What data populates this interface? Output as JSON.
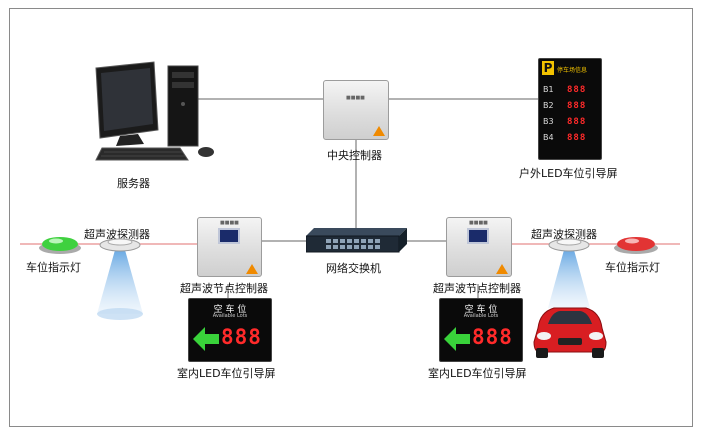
{
  "labels": {
    "server": "服务器",
    "central_controller": "中央控制器",
    "outdoor_screen": "户外LED车位引导屏",
    "switch": "网络交换机",
    "node_controller_left": "超声波节点控制器",
    "node_controller_right": "超声波节点控制器",
    "sensor_left": "超声波探测器",
    "sensor_right": "超声波探测器",
    "indicator_left": "车位指示灯",
    "indicator_right": "车位指示灯",
    "indoor_screen_left": "室内LED车位引导屏",
    "indoor_screen_right": "室内LED车位引导屏"
  },
  "outdoor_sign": {
    "logo": "P",
    "header": "停车场信息",
    "rows": [
      {
        "floor": "B1",
        "value": "888"
      },
      {
        "floor": "B2",
        "value": "888"
      },
      {
        "floor": "B3",
        "value": "888"
      },
      {
        "floor": "B4",
        "value": "888"
      }
    ]
  },
  "indoor_sign": {
    "title": "空 车 位",
    "subtitle": "Available Lots",
    "value": "888"
  },
  "colors": {
    "wire": "#666666",
    "sensor_wire": "#e07070",
    "digit": "#ff2a2a",
    "arrow": "#39d23a",
    "indicator_green": "#3fd13f",
    "indicator_red": "#e23434",
    "car": "#d81e22",
    "warning": "#f08a00"
  },
  "icons": [
    "computer-icon",
    "controller-icon",
    "switch-icon",
    "ultrasonic-sensor-icon",
    "parking-light-icon",
    "car-icon",
    "warning-icon",
    "arrow-left-icon"
  ]
}
